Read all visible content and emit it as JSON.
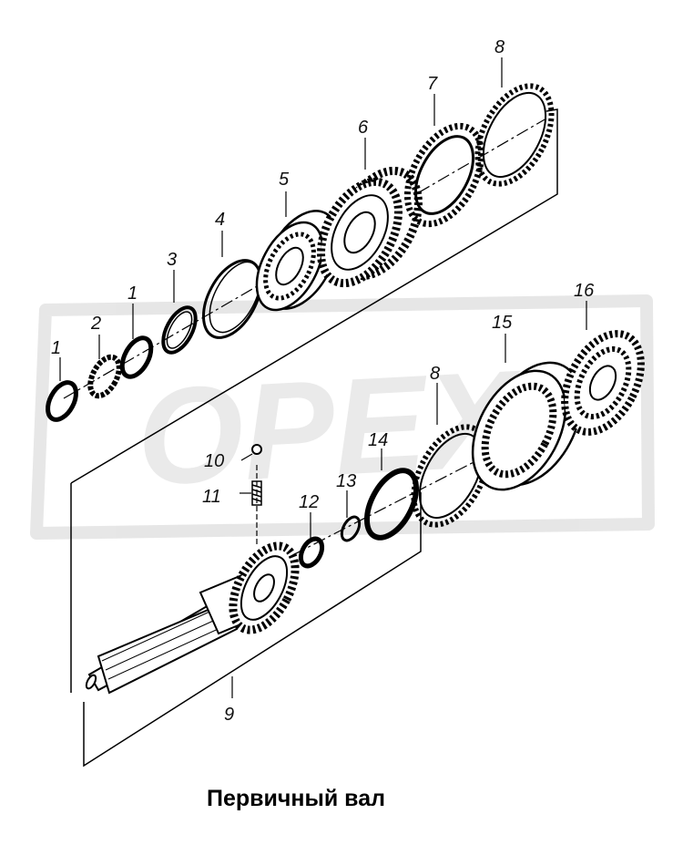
{
  "caption": "Первичный вал",
  "watermark": "OPEX",
  "parts": [
    {
      "id": "p1a",
      "label": "1"
    },
    {
      "id": "p2",
      "label": "2"
    },
    {
      "id": "p1b",
      "label": "1"
    },
    {
      "id": "p3",
      "label": "3"
    },
    {
      "id": "p4",
      "label": "4"
    },
    {
      "id": "p5",
      "label": "5"
    },
    {
      "id": "p6",
      "label": "6"
    },
    {
      "id": "p7",
      "label": "7"
    },
    {
      "id": "p8a",
      "label": "8"
    },
    {
      "id": "p8b",
      "label": "8"
    },
    {
      "id": "p9",
      "label": "9"
    },
    {
      "id": "p10",
      "label": "10"
    },
    {
      "id": "p11",
      "label": "11"
    },
    {
      "id": "p12",
      "label": "12"
    },
    {
      "id": "p13",
      "label": "13"
    },
    {
      "id": "p14",
      "label": "14"
    },
    {
      "id": "p15",
      "label": "15"
    },
    {
      "id": "p16",
      "label": "16"
    }
  ],
  "colors": {
    "line": "#000000",
    "watermark": "#e6e6e6"
  }
}
